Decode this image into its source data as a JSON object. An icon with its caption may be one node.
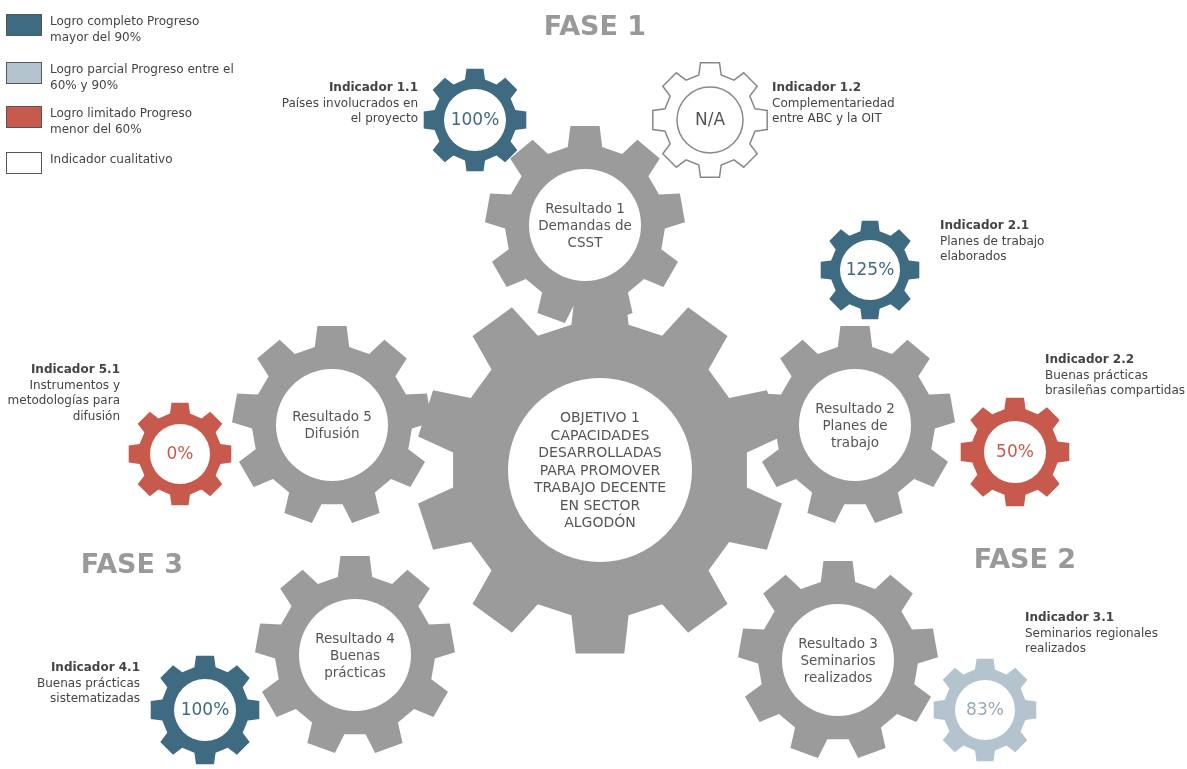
{
  "diagram": {
    "nodes": [
      {
        "text": [
          "OBJETIVO 1 CAPACIDADES DESARROLLADAS PARA PROMOVER TRABAJO DECENTE EN SECTOR ALGODÓN"
        ]
      },
      {
        "text": [
          "Resultado 1 Demandas de CSST"
        ]
      },
      {
        "text": [
          "Resultado 2 Planes de trabajo"
        ]
      },
      {
        "text": [
          "Resultado 3 Seminarios realizados"
        ]
      },
      {
        "text": [
          "Resultado 4 Buenas prácticas"
        ]
      },
      {
        "text": [
          "Resultado 5 Difusión"
        ]
      },
      {
        "text": [
          "100%"
        ],
        "beside": [
          "Indicador 1.1",
          "Países involucrados en el proyecto"
        ]
      },
      {
        "text": [
          "N/A"
        ],
        "beside": [
          "Indicador 1.2",
          "Complementariedad entre ABC y la OIT"
        ]
      },
      {
        "text": [
          "125%"
        ],
        "beside": [
          "Indicador 2.1",
          "Planes de trabajo elaborados"
        ]
      },
      {
        "text": [
          "50%"
        ],
        "beside": [
          "Indicador 2.2",
          "Buenas prácticas brasileñas compartidas"
        ]
      },
      {
        "text": [
          "83%"
        ],
        "beside": [
          "Indicador 3.1",
          "Seminarios regionales realizados"
        ]
      },
      {
        "text": [
          "100%"
        ],
        "beside": [
          "Indicador 4.1",
          "Buenas prácticas sistematizadas"
        ]
      },
      {
        "text": [
          "0%"
        ],
        "beside": [
          "Indicador 5.1",
          "Instrumentos y metodologías para difusión"
        ]
      }
    ],
    "labels": [
      "FASE 1",
      "FASE 2",
      "FASE 3"
    ],
    "legend": [
      {
        "text": "Logro completo Progreso mayor del 90%",
        "color": "#3e6a82"
      },
      {
        "text": "Logro parcial Progreso entre el 60% y 90%",
        "color": "#b4c4cf"
      },
      {
        "text": "Logro limitado Progreso menor del 60%",
        "color": "#c85a4d"
      },
      {
        "text": "Indicador cualitativo",
        "color": "#ffffff"
      }
    ]
  }
}
